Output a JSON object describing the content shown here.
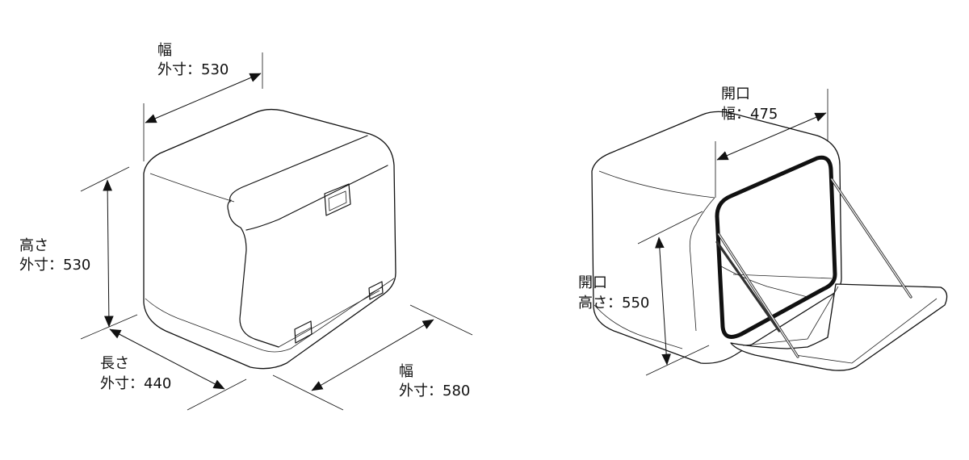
{
  "labels": {
    "left_top": {
      "line1": "幅",
      "line2": "外寸：530"
    },
    "left_side": {
      "line1": "高さ",
      "line2": "外寸：530"
    },
    "left_bottom_left": {
      "line1": "長さ",
      "line2": "外寸：440"
    },
    "left_bottom_right": {
      "line1": "幅",
      "line2": "外寸：580"
    },
    "right_top": {
      "line1": "開口",
      "line2": "幅：475"
    },
    "right_side": {
      "line1": "開口",
      "line2": "高さ：550"
    }
  }
}
